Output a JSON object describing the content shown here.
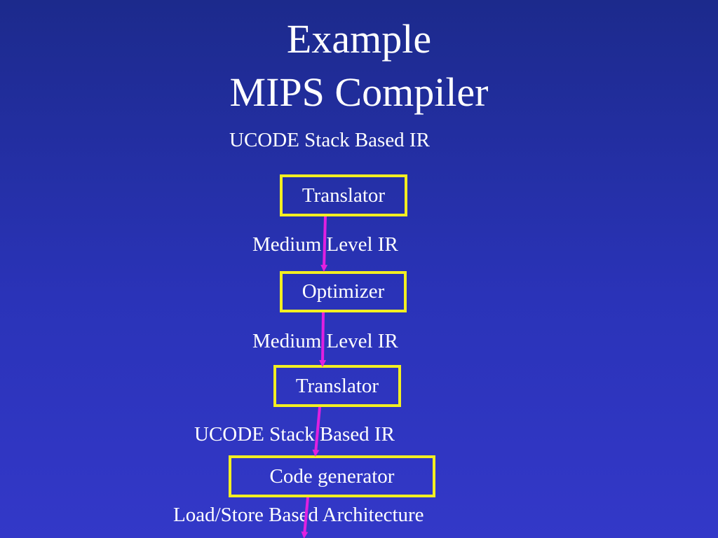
{
  "slide": {
    "title_line1": "Example",
    "title_line2": "MIPS Compiler"
  },
  "diagram": {
    "stages": [
      {
        "label": "UCODE Stack Based IR"
      },
      {
        "box": "Translator"
      },
      {
        "label": "Medium Level IR"
      },
      {
        "box": "Optimizer"
      },
      {
        "label": "Medium Level IR"
      },
      {
        "box": "Translator"
      },
      {
        "label": "UCODE Stack Based IR"
      },
      {
        "box": "Code generator"
      },
      {
        "label": "Load/Store Based Architecture"
      }
    ]
  },
  "colors": {
    "box_border": "#f2ee22",
    "arrow": "#e020e0",
    "text": "#ffffff"
  }
}
